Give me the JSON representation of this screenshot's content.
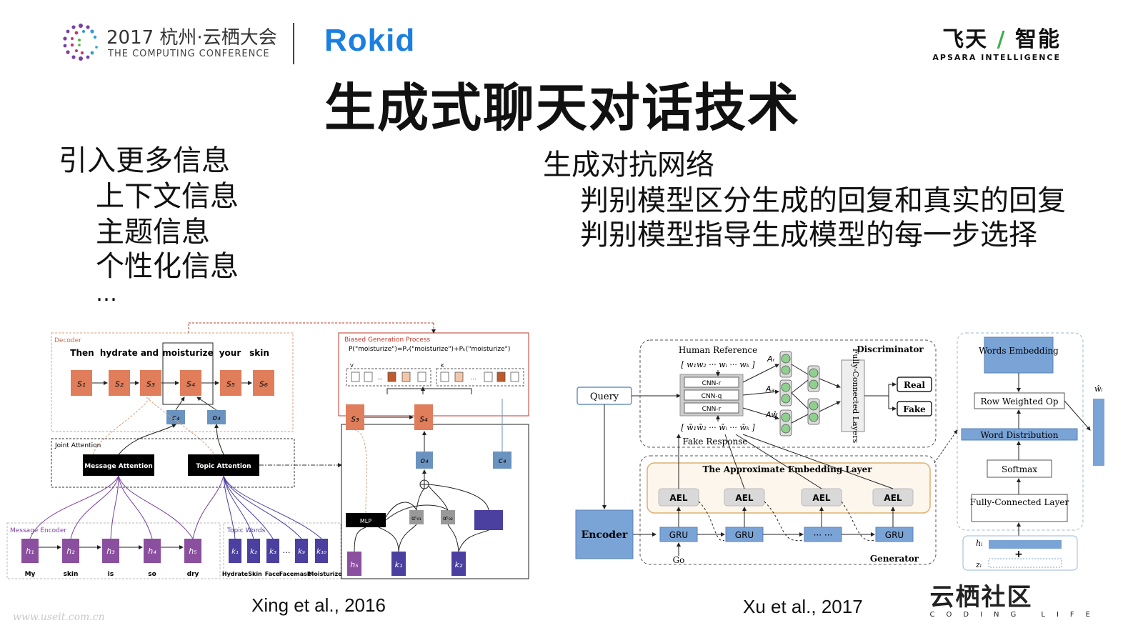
{
  "header": {
    "conference_title": "2017 杭州·云栖大会",
    "conference_subtitle": "THE COMPUTING CONFERENCE",
    "brand": "Rokid",
    "right_logo_main_left": "飞天",
    "right_logo_main_right": "智能",
    "right_logo_sub": "APSARA INTELLIGENCE"
  },
  "slide": {
    "title": "生成式聊天对话技术",
    "left_heading": "引入更多信息",
    "left_items": [
      "上下文信息",
      "主题信息",
      "个性化信息",
      "…"
    ],
    "right_heading": "生成对抗网络",
    "right_items": [
      "判别模型区分生成的回复和真实的回复",
      "判别模型指导生成模型的每一步选择"
    ]
  },
  "diagram1": {
    "decoder_label": "Decoder",
    "decoder_words": [
      "Then",
      "hydrate and",
      "moisturize",
      "your",
      "skin"
    ],
    "s_labels": [
      "s₁",
      "s₂",
      "s₃",
      "s₄",
      "s₅",
      "s₆"
    ],
    "c_label": "c₄",
    "o_label": "o₄",
    "joint_attention_label": "Joint Attention",
    "message_attention": "Message Attention",
    "topic_attention": "Topic Attention",
    "message_encoder_label": "Message Encoder",
    "h_labels": [
      "h₁",
      "h₂",
      "h₃",
      "h₄",
      "h₅"
    ],
    "message_words": [
      "My",
      "skin",
      "is",
      "so",
      "dry"
    ],
    "topic_words_label": "Topic Words",
    "k_labels": [
      "k₁",
      "k₂",
      "k₃",
      "k₉",
      "k₁₀"
    ],
    "topic_words": [
      "Hydrate",
      "Skin",
      "Face",
      "Facemask",
      "Moisturize"
    ],
    "ellipsis": "…",
    "biased_label": "Biased Generation Process",
    "biased_formula": "P(\"moisturize\")=Pᵥ(\"moisturize\")+Pₖ(\"moisturize\")",
    "v_label": "V",
    "k_label": "K",
    "right_s3": "s₃",
    "right_s4": "s₄",
    "right_o4": "o₄",
    "right_c4": "c₄",
    "mlp": "MLP",
    "alpha1": "αᵗ₀₁",
    "alpha2": "αᵗ₀₂",
    "right_h5": "h₅",
    "right_k1": "k₁",
    "right_k2": "k₂",
    "caption": "Xing et al.,  2016"
  },
  "diagram2": {
    "query": "Query",
    "encoder": "Encoder",
    "human_reference": "Human Reference",
    "human_seq": "[ w₁w₂ ··· wᵢ ··· wₖ ]",
    "fake_seq": "[ ŵ₁ŵ₂ ··· ŵᵢ ··· ŵₖ ]",
    "fake_response": "Fake Response",
    "cnn_labels": [
      "CNN-r",
      "CNN-q",
      "CNN-r"
    ],
    "a_labels": [
      "Aᵣ",
      "Aₐ",
      "Aŵ"
    ],
    "discriminator": "Discriminator",
    "fc_layers": "Fully-Connected Layers",
    "real": "Real",
    "fake": "Fake",
    "ael_layer": "The Approximate Embedding Layer",
    "ael": "AEL",
    "gru": "GRU",
    "gru_dots": "··· ···",
    "go": "Go",
    "generator": "Generator",
    "words_embedding": "Words Embedding",
    "row_weighted_op": "Row Weighted Op",
    "word_distribution": "Word Distribution",
    "softmax": "Softmax",
    "fc_layer": "Fully-Connected Layer",
    "h_i": "hᵢ",
    "z_i": "zᵢ",
    "w_hat": "ŵᵢ",
    "plus": "+",
    "caption": "Xu et al.,  2017"
  },
  "footer": {
    "watermark": "www.useit.com.cn",
    "logo_main": "云栖社区",
    "logo_sub": "CODING LIFE"
  }
}
